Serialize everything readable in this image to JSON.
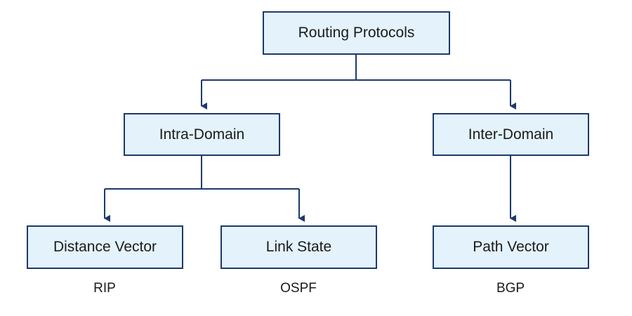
{
  "nodes": {
    "root": "Routing Protocols",
    "intra": "Intra-Domain",
    "inter": "Inter-Domain",
    "distance": "Distance Vector",
    "link": "Link State",
    "path": "Path Vector"
  },
  "examples": {
    "distance": "RIP",
    "link": "OSPF",
    "path": "BGP"
  },
  "colors": {
    "box_fill": "#e3f2fb",
    "box_border": "#1d3a6a",
    "connector": "#1d3a6a",
    "text": "#1b1b1b"
  }
}
